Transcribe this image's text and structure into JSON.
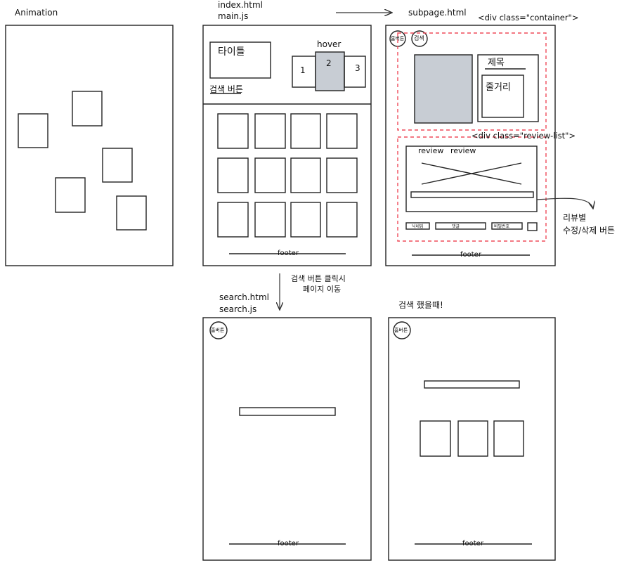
{
  "labels": {
    "animation": "Animation",
    "index_file": "index.html",
    "main_js": "main.js",
    "subpage_file": "subpage.html",
    "container_div": "<div class=\"container\">",
    "review_list_div": "<div class=\"review-list\">",
    "title": "타이틀",
    "search_button": "검색 버튼",
    "hover": "hover",
    "tab_1": "1",
    "tab_2": "2",
    "tab_3": "3",
    "footer": "footer",
    "home_button": "홈버튼",
    "search_small": "검색",
    "subject": "제목",
    "synopsis": "줄거리",
    "review_1": "review",
    "review_2": "review",
    "nickname": "닉네임",
    "comment": "댓글",
    "password": "비밀번호",
    "per_review": "리뷰별",
    "edit_delete": "수정/삭제 버튼",
    "search_file": "search.html",
    "search_js": "search.js",
    "search_click_1": "검색 버튼 클릭시",
    "search_click_2": "페이지 이동",
    "after_search": "검색 했을때!"
  }
}
